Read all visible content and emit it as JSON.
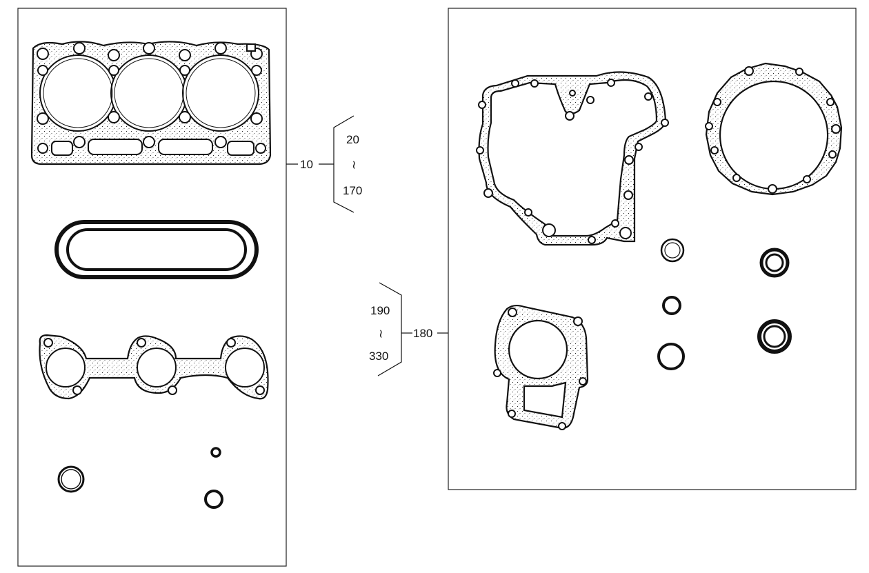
{
  "callouts": {
    "left_kit": {
      "ref": "10",
      "range_start": "20",
      "range_sep": "~",
      "range_end": "170"
    },
    "right_kit": {
      "ref": "180",
      "range_start": "190",
      "range_sep": "~",
      "range_end": "330"
    }
  },
  "colors": {
    "line": "#111111",
    "background": "#ffffff"
  }
}
